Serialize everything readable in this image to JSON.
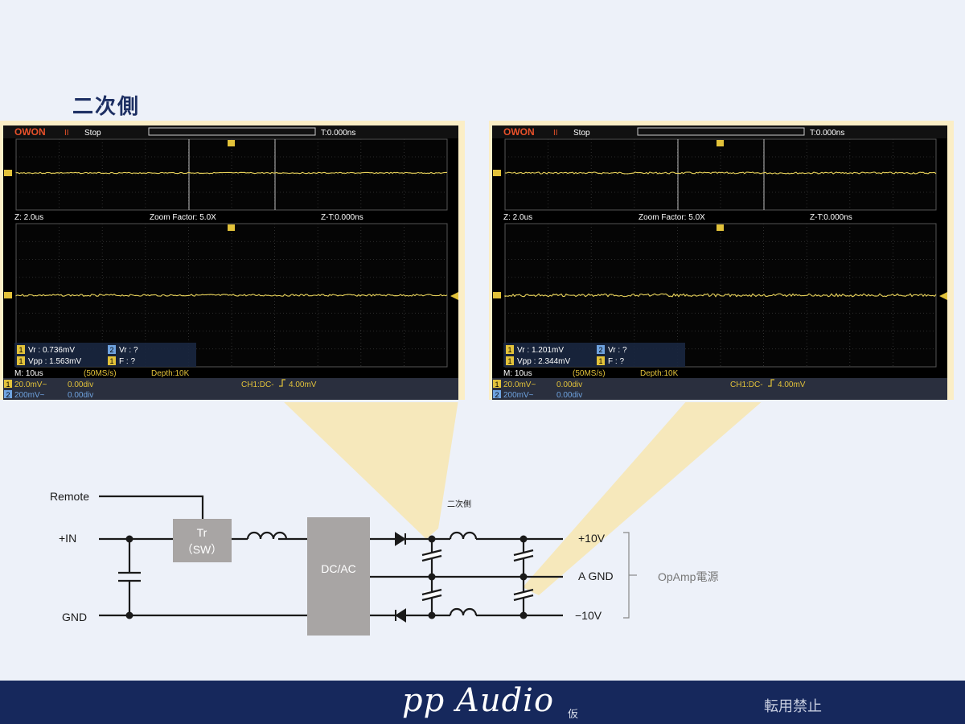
{
  "slide": {
    "title": "二次側"
  },
  "scopes": [
    {
      "brand": "OWON",
      "run_state": "Stop",
      "trigger_time": "T:0.000ns",
      "zoom_time": "Z: 2.0us",
      "zoom_factor": "Zoom Factor: 5.0X",
      "zoom_trigger": "Z-T:0.000ns",
      "meas_ch": "1",
      "meas_vr": "Vr : 0.736mV",
      "meas_vpp": "Vpp : 1.563mV",
      "meas_ch2": "2",
      "meas_vr2": "Vr :    ?",
      "meas_f": "F :    ?",
      "timebase": "M: 10us",
      "sample_rate": "(50MS/s)",
      "depth": "Depth:10K",
      "ch1_scale": "20.0mV~",
      "ch1_offset": "0.00div",
      "trigger_info": "CH1:DC-",
      "trigger_level": "4.00mV",
      "ch2_scale": "200mV~",
      "ch2_offset": "0.00div",
      "noise_seed": 3,
      "noise_amplitude": 1.2
    },
    {
      "brand": "OWON",
      "run_state": "Stop",
      "trigger_time": "T:0.000ns",
      "zoom_time": "Z: 2.0us",
      "zoom_factor": "Zoom Factor: 5.0X",
      "zoom_trigger": "Z-T:0.000ns",
      "meas_ch": "1",
      "meas_vr": "Vr : 1.201mV",
      "meas_vpp": "Vpp : 2.344mV",
      "meas_ch2": "2",
      "meas_vr2": "Vr :    ?",
      "meas_f": "F :    ?",
      "timebase": "M: 10us",
      "sample_rate": "(50MS/s)",
      "depth": "Depth:10K",
      "ch1_scale": "20.0mV~",
      "ch1_offset": "0.00div",
      "trigger_info": "CH1:DC-",
      "trigger_level": "4.00mV",
      "ch2_scale": "200mV~",
      "ch2_offset": "0.00div",
      "noise_seed": 7,
      "noise_amplitude": 1.8
    }
  ],
  "colors": {
    "trace": "#e8d25a",
    "scope_text": "#ffffff",
    "scope_yellow": "#e2c23a",
    "scope_blue": "#6fa3e0",
    "owon_red": "#e8512a",
    "grid": "#3a3a3a",
    "beam": "#f7e6b0",
    "wire": "#1a1a1a",
    "converter": "#a8a5a4"
  },
  "circuit": {
    "remote": "Remote",
    "plus_in": "+IN",
    "gnd": "GND",
    "tr": "Tr",
    "sw": "（SW）",
    "converter": "DC/AC",
    "probe_label": "二次側",
    "plus_out": "+10V",
    "agnd_out": "A GND",
    "minus_out": "−10V",
    "opamp_supply": "OpAmp電源"
  },
  "footer": {
    "brand": "pp Audio",
    "brand_suffix": "仮",
    "notice": "転用禁止"
  }
}
